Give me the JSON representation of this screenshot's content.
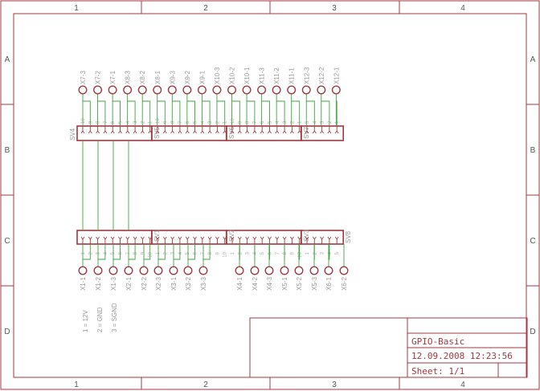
{
  "frame": {
    "columns": [
      "1",
      "2",
      "3",
      "4"
    ],
    "rows": [
      "A",
      "B",
      "C",
      "D"
    ]
  },
  "title_block": {
    "title": "GPIO-Basic",
    "date": "12.09.2008 12:23:56",
    "sheet": "Sheet: 1/1"
  },
  "connectors_top": [
    {
      "name": "SV4",
      "pins": 10
    },
    {
      "name": "SV5",
      "pins": 10
    },
    {
      "name": "SV6",
      "pins": 10
    },
    {
      "name": "SV7",
      "pins": 5
    }
  ],
  "connectors_bottom": [
    {
      "name": "SV8",
      "pins": 10
    },
    {
      "name": "SV1",
      "pins": 10
    },
    {
      "name": "SV2",
      "pins": 10
    },
    {
      "name": "SV3",
      "pins": 5
    }
  ],
  "pads_top": [
    "X7-3",
    "X7-2",
    "X7-1",
    "X8-3",
    "X8-2",
    "X8-1",
    "X9-3",
    "X9-2",
    "X9-1",
    "X10-3",
    "X10-2",
    "X10-1",
    "X11-3",
    "X11-2",
    "X11-1",
    "X12-3",
    "X12-2",
    "X12-1"
  ],
  "pads_bottom": [
    "X1-1",
    "X1-2",
    "X1-3",
    "X2-1",
    "X2-2",
    "X2-3",
    "X3-1",
    "X3-2",
    "X3-3",
    "X4-1",
    "X4-2",
    "X4-3",
    "X5-1",
    "X5-2",
    "X5-3",
    "X6-1",
    "X6-2"
  ],
  "notes": [
    "1 = 12V",
    "2 = GND",
    "3 = SGND"
  ],
  "colors": {
    "frame": "#a0393f",
    "wire": "#3da33d",
    "text": "#999999"
  }
}
